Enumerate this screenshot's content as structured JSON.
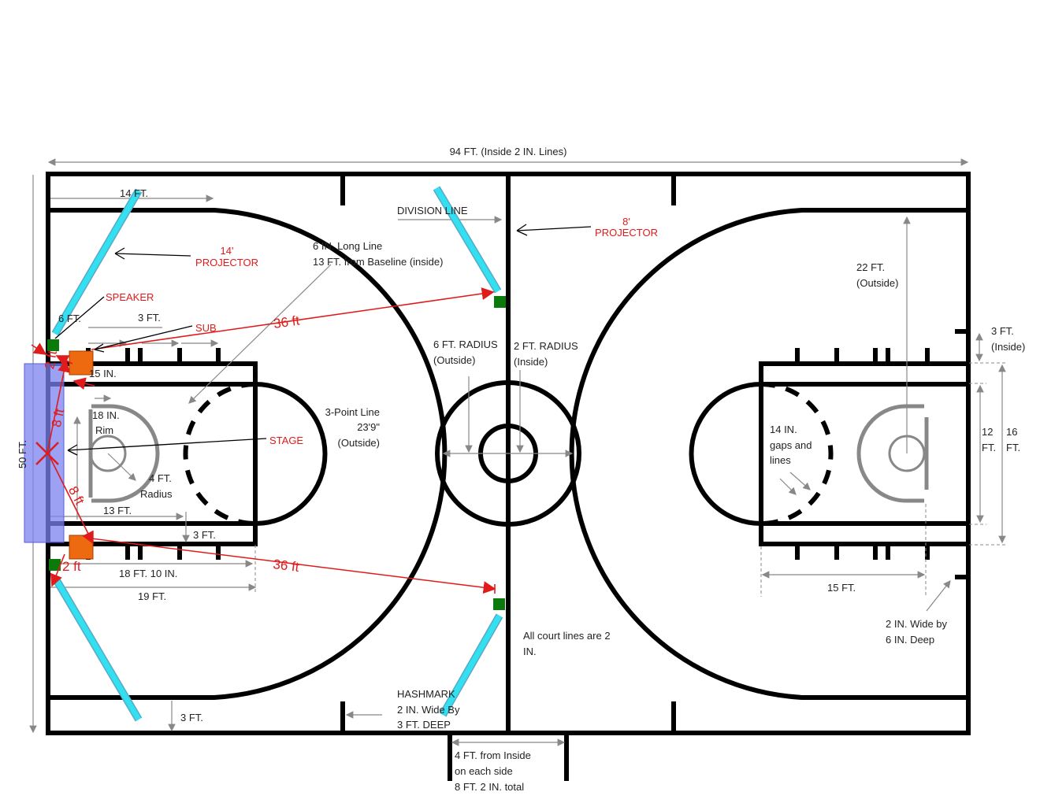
{
  "labels": {
    "overall_length": "94 FT. (Inside 2 IN. Lines)",
    "width": "50 FT.",
    "left_14ft": "14 FT.",
    "division_line": "DIVISION LINE",
    "projector_8": "8'",
    "projector_8_b": "PROJECTOR",
    "projector_14": "14'",
    "projector_14_b": "PROJECTOR",
    "six_in_line_a": "6 IN. Long Line",
    "six_in_line_b": "13 FT. from Baseline (inside)",
    "speaker": "SPEAKER",
    "sub": "SUB",
    "left_3ft": "3 FT.",
    "left_6ft": "6 FT.",
    "dist_36_top": "36 ft",
    "dist_36_bottom": "36 ft",
    "dist_8_top": "8 ft",
    "dist_8_bottom": "8 ft",
    "dist_2_top": "2 ft",
    "dist_2_bottom": "2 ft",
    "fifteen_in": "15 IN.",
    "rim_a": "18 IN.",
    "rim_b": "Rim",
    "stage": "STAGE",
    "radius_4_a": "4 FT.",
    "radius_4_b": "Radius",
    "left_13ft": "13 FT.",
    "lane_3ft": "3 FT.",
    "ft_18_10": "18 FT. 10 IN.",
    "ft_19": "19 FT.",
    "three_point_a": "3-Point Line",
    "three_point_b": "23'9\"",
    "three_point_c": "(Outside)",
    "radius_6_a": "6 FT. RADIUS",
    "radius_6_b": "(Outside)",
    "radius_2_a": "2 FT. RADIUS",
    "radius_2_b": "(Inside)",
    "bottom_3ft": "3 FT.",
    "hashmark_a": "HASHMARK",
    "hashmark_b": "2 IN. Wide By",
    "hashmark_c": "3 FT. DEEP",
    "all_lines_a": "All court lines are 2",
    "all_lines_b": "IN.",
    "four_ft_a": "4 FT. from Inside",
    "four_ft_b": "on each side",
    "four_ft_c": "8 FT. 2 IN. total",
    "right_22_a": "22 FT.",
    "right_22_b": "(Outside)",
    "right_3_a": "3 FT.",
    "right_3_b": "(Inside)",
    "gaps_a": "14 IN.",
    "gaps_b": "gaps and",
    "gaps_c": "lines",
    "right_12_a": "12",
    "right_12_b": "FT.",
    "right_16_a": "16",
    "right_16_b": "FT.",
    "right_15": "15 FT.",
    "wide_a": "2 IN. Wide by",
    "wide_b": "6 IN. Deep"
  },
  "colors": {
    "projector": "#33e0f0",
    "speaker": "#0a7a0a",
    "sub": "#ee6a10",
    "stage": "#7b82f0",
    "annotation": "#e01b1b"
  }
}
